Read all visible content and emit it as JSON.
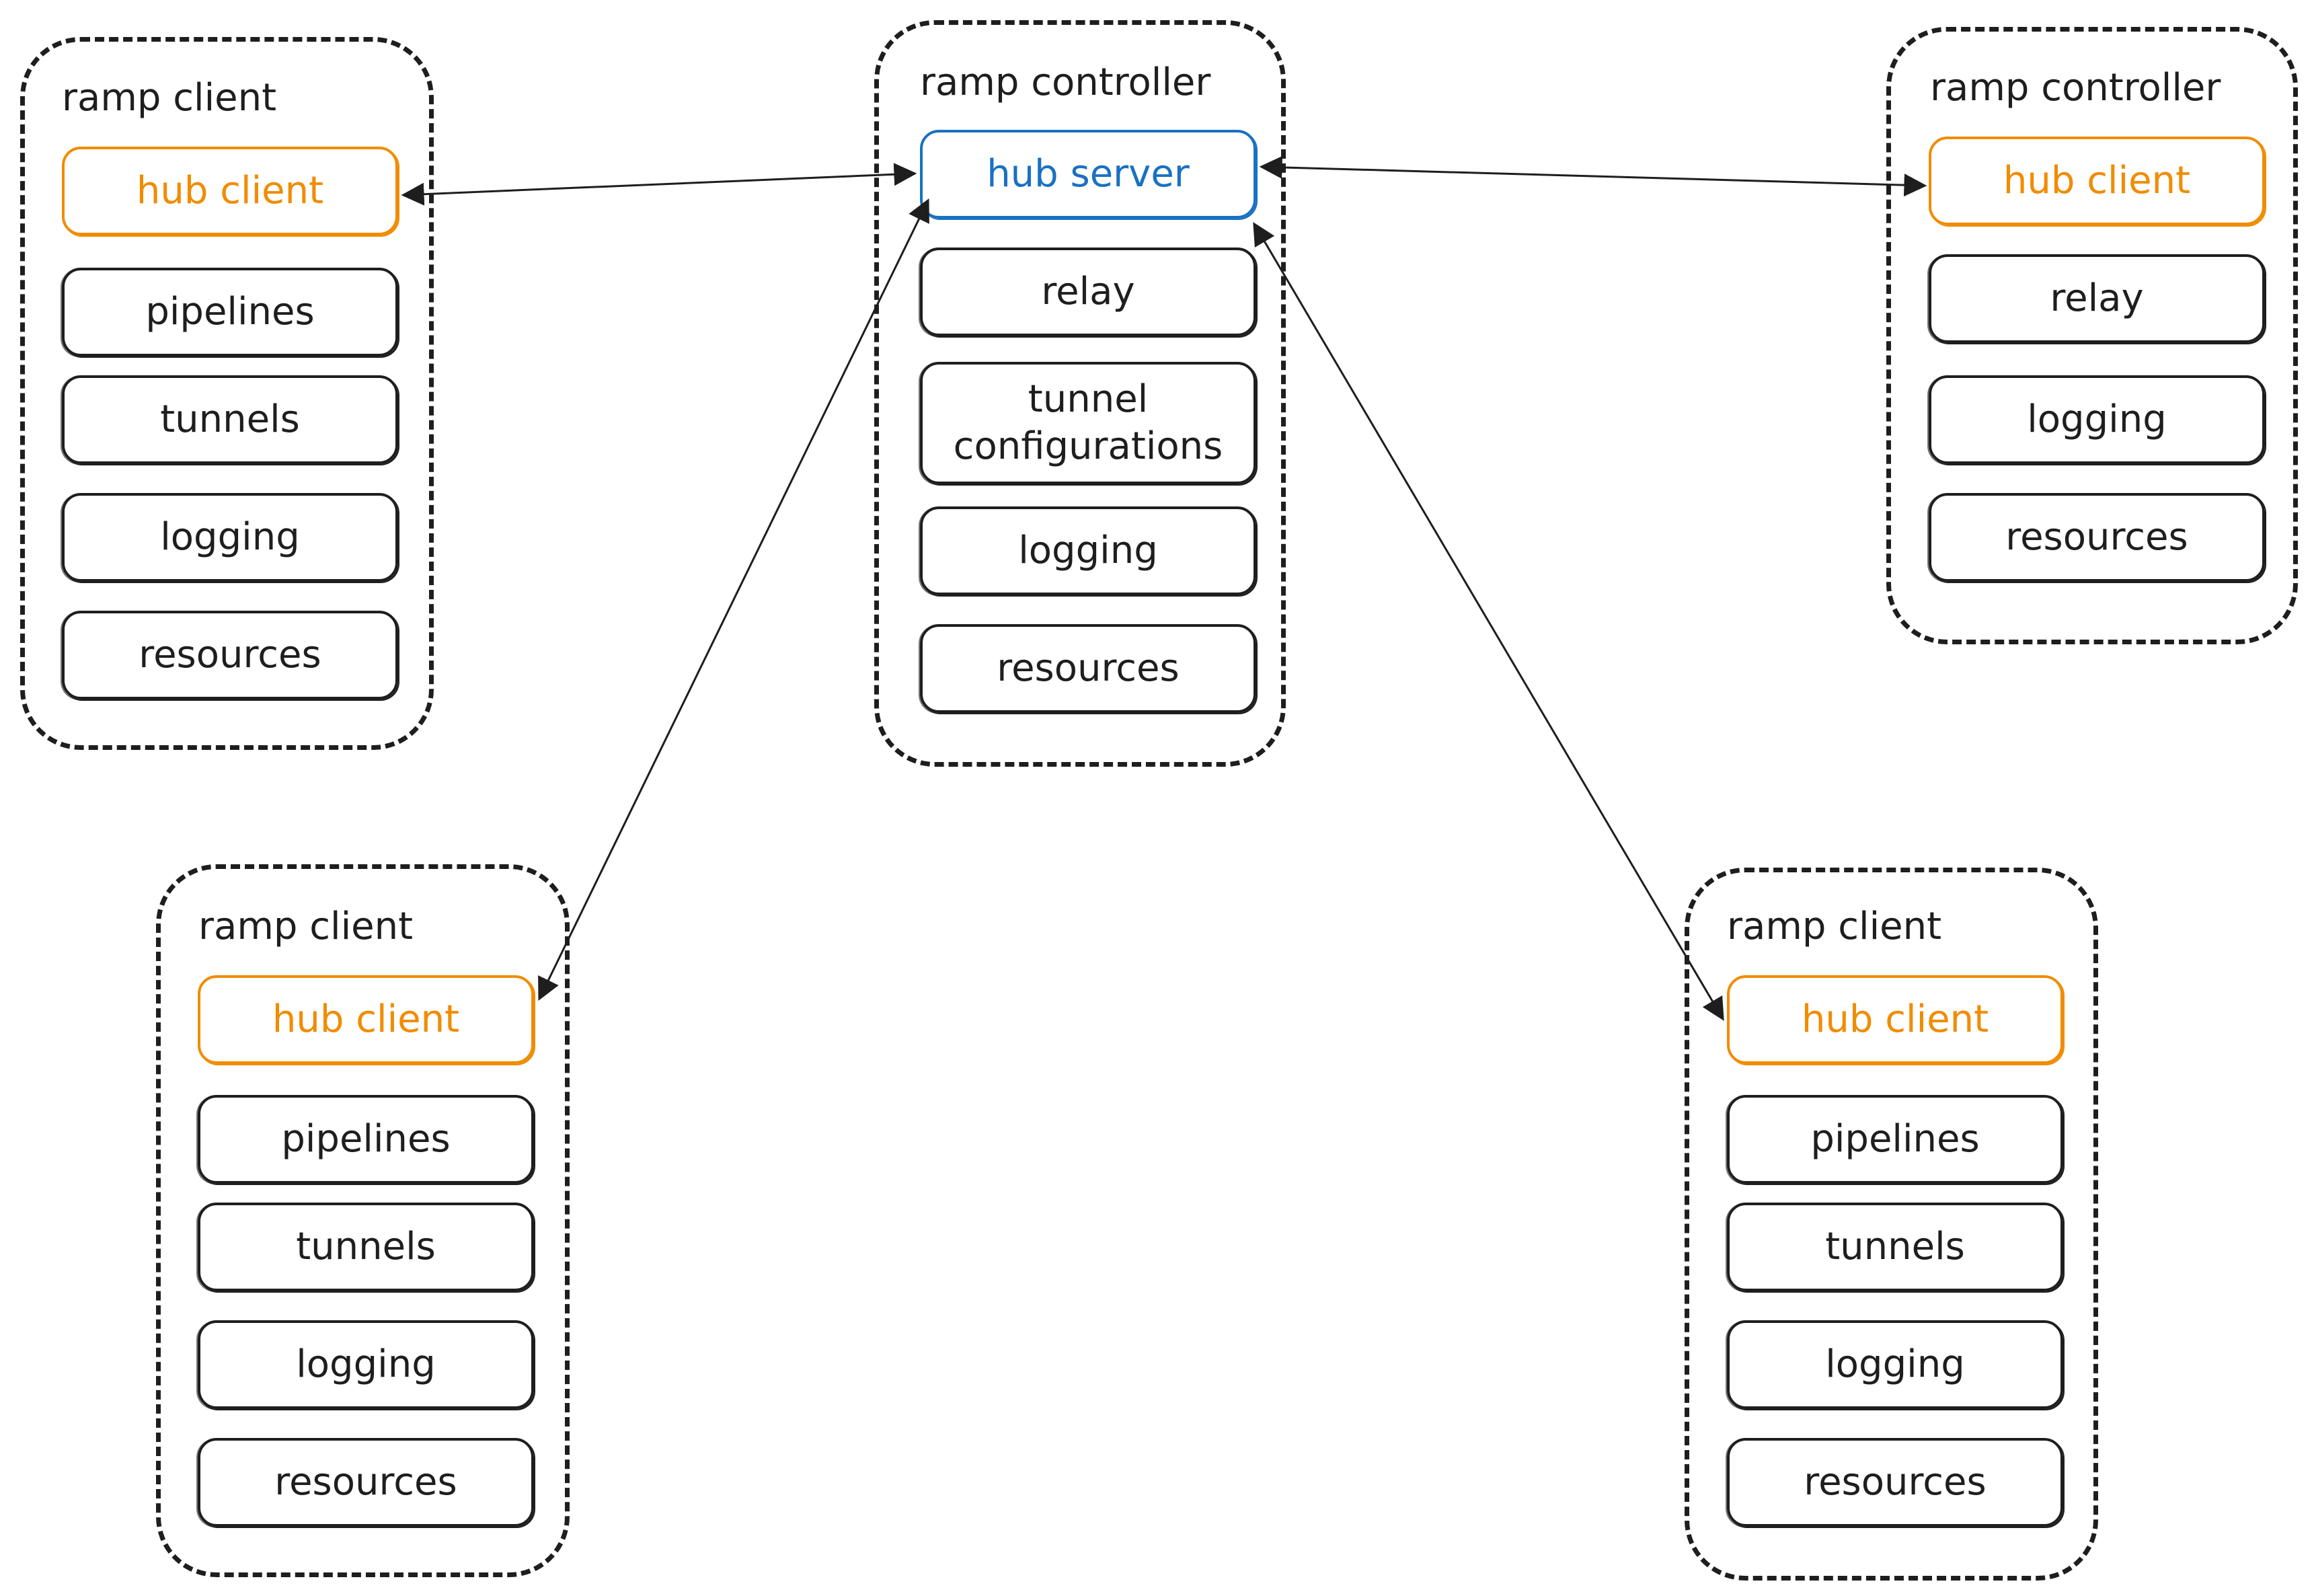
{
  "colors": {
    "stroke": "#1e1e1e",
    "hub_client": "#f08c00",
    "hub_server": "#1971c2"
  },
  "groups": [
    {
      "id": "controller-main",
      "title": "ramp controller",
      "components": [
        "hub server",
        "relay",
        "tunnel\nconfigurations",
        "logging",
        "resources"
      ]
    },
    {
      "id": "client-top-left",
      "title": "ramp client",
      "components": [
        "hub client",
        "pipelines",
        "tunnels",
        "logging",
        "resources"
      ]
    },
    {
      "id": "controller-right",
      "title": "ramp controller",
      "components": [
        "hub client",
        "relay",
        "logging",
        "resources"
      ]
    },
    {
      "id": "client-bottom-left",
      "title": "ramp client",
      "components": [
        "hub client",
        "pipelines",
        "tunnels",
        "logging",
        "resources"
      ]
    },
    {
      "id": "client-bottom-right",
      "title": "ramp client",
      "components": [
        "hub client",
        "pipelines",
        "tunnels",
        "logging",
        "resources"
      ]
    }
  ],
  "edges": [
    {
      "from": "controller-main.hub server",
      "to": "client-top-left.hub client",
      "bidirectional": true
    },
    {
      "from": "controller-main.hub server",
      "to": "controller-right.hub client",
      "bidirectional": true
    },
    {
      "from": "controller-main.hub server",
      "to": "client-bottom-left.hub client",
      "bidirectional": true
    },
    {
      "from": "controller-main.hub server",
      "to": "client-bottom-right.hub client",
      "bidirectional": true
    }
  ]
}
